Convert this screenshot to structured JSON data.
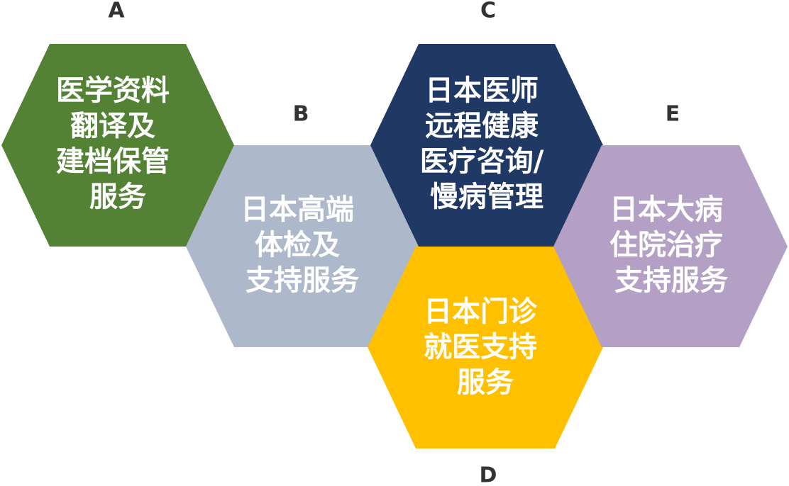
{
  "items": [
    {
      "letter": "A",
      "color": "#548235",
      "lines": [
        "医学资料",
        "翻译及",
        "建档保管",
        "服务"
      ]
    },
    {
      "letter": "B",
      "color": "#adb9ca",
      "lines": [
        "日本高端",
        "体检及",
        "支持服务"
      ]
    },
    {
      "letter": "C",
      "color": "#203864",
      "lines": [
        "日本医师",
        "远程健康",
        "医疗咨询/",
        "慢病管理"
      ]
    },
    {
      "letter": "D",
      "color": "#ffc000",
      "lines": [
        "日本门诊",
        "就医支持",
        "服务"
      ]
    },
    {
      "letter": "E",
      "color": "#b4a0c4",
      "lines": [
        "日本大病",
        "住院治疗",
        "支持服务"
      ]
    }
  ]
}
